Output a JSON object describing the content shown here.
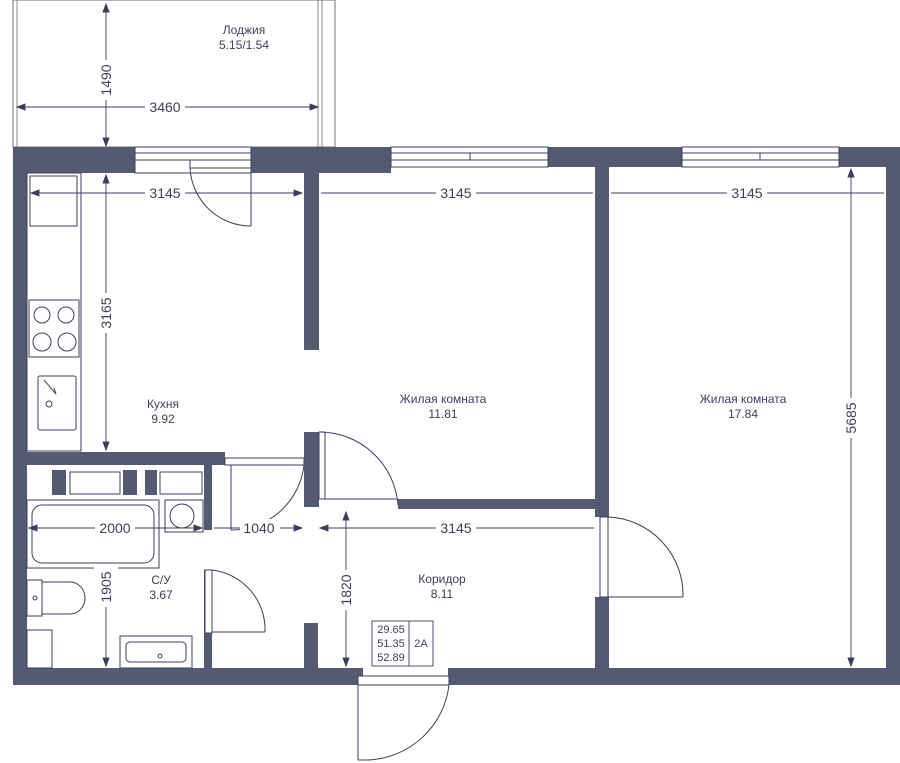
{
  "colors": {
    "wall": "#555a72",
    "line": "#3d3f5a",
    "thin": "#6b6e80"
  },
  "rooms": {
    "loggia": {
      "name": "Лоджия",
      "area": "5.15/1.54"
    },
    "kitchen": {
      "name": "Кухня",
      "area": "9.92"
    },
    "living1": {
      "name": "Жилая комната",
      "area": "11.81"
    },
    "living2": {
      "name": "Жилая комната",
      "area": "17.84"
    },
    "bathroom": {
      "name": "С/У",
      "area": "3.67"
    },
    "corridor": {
      "name": "Коридор",
      "area": "8.11"
    }
  },
  "dimensions": {
    "loggia_height": "1490",
    "loggia_width": "3460",
    "kitchen_width": "3145",
    "living1_width": "3145",
    "living2_width": "3145",
    "kitchen_depth": "3165",
    "living2_depth": "5685",
    "bath_width": "2000",
    "hall_width": "1040",
    "corridor_width": "3145",
    "bath_depth": "1905",
    "corridor_depth": "1820"
  },
  "summary": {
    "living_area": "29.65",
    "total_area": "51.35",
    "total_area_with_loggia": "52.89",
    "type": "2А"
  }
}
